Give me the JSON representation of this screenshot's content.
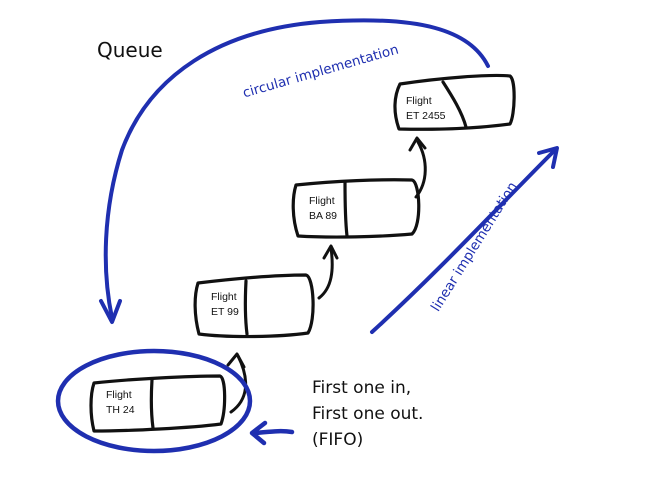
{
  "title": "Queue",
  "flights": [
    {
      "line1": "Flight",
      "line2": "TH 24"
    },
    {
      "line1": "Flight",
      "line2": "ET 99"
    },
    {
      "line1": "Flight",
      "line2": "BA 89"
    },
    {
      "line1": "Flight",
      "line2": "ET 2455"
    }
  ],
  "labels": {
    "circular": "circular implementation",
    "linear": "linear implementation"
  },
  "fifo": {
    "line1": "First one in,",
    "line2": "First one out.",
    "line3": "(FIFO)"
  },
  "colors": {
    "ink": "#111111",
    "accent": "#1f2fb0"
  }
}
